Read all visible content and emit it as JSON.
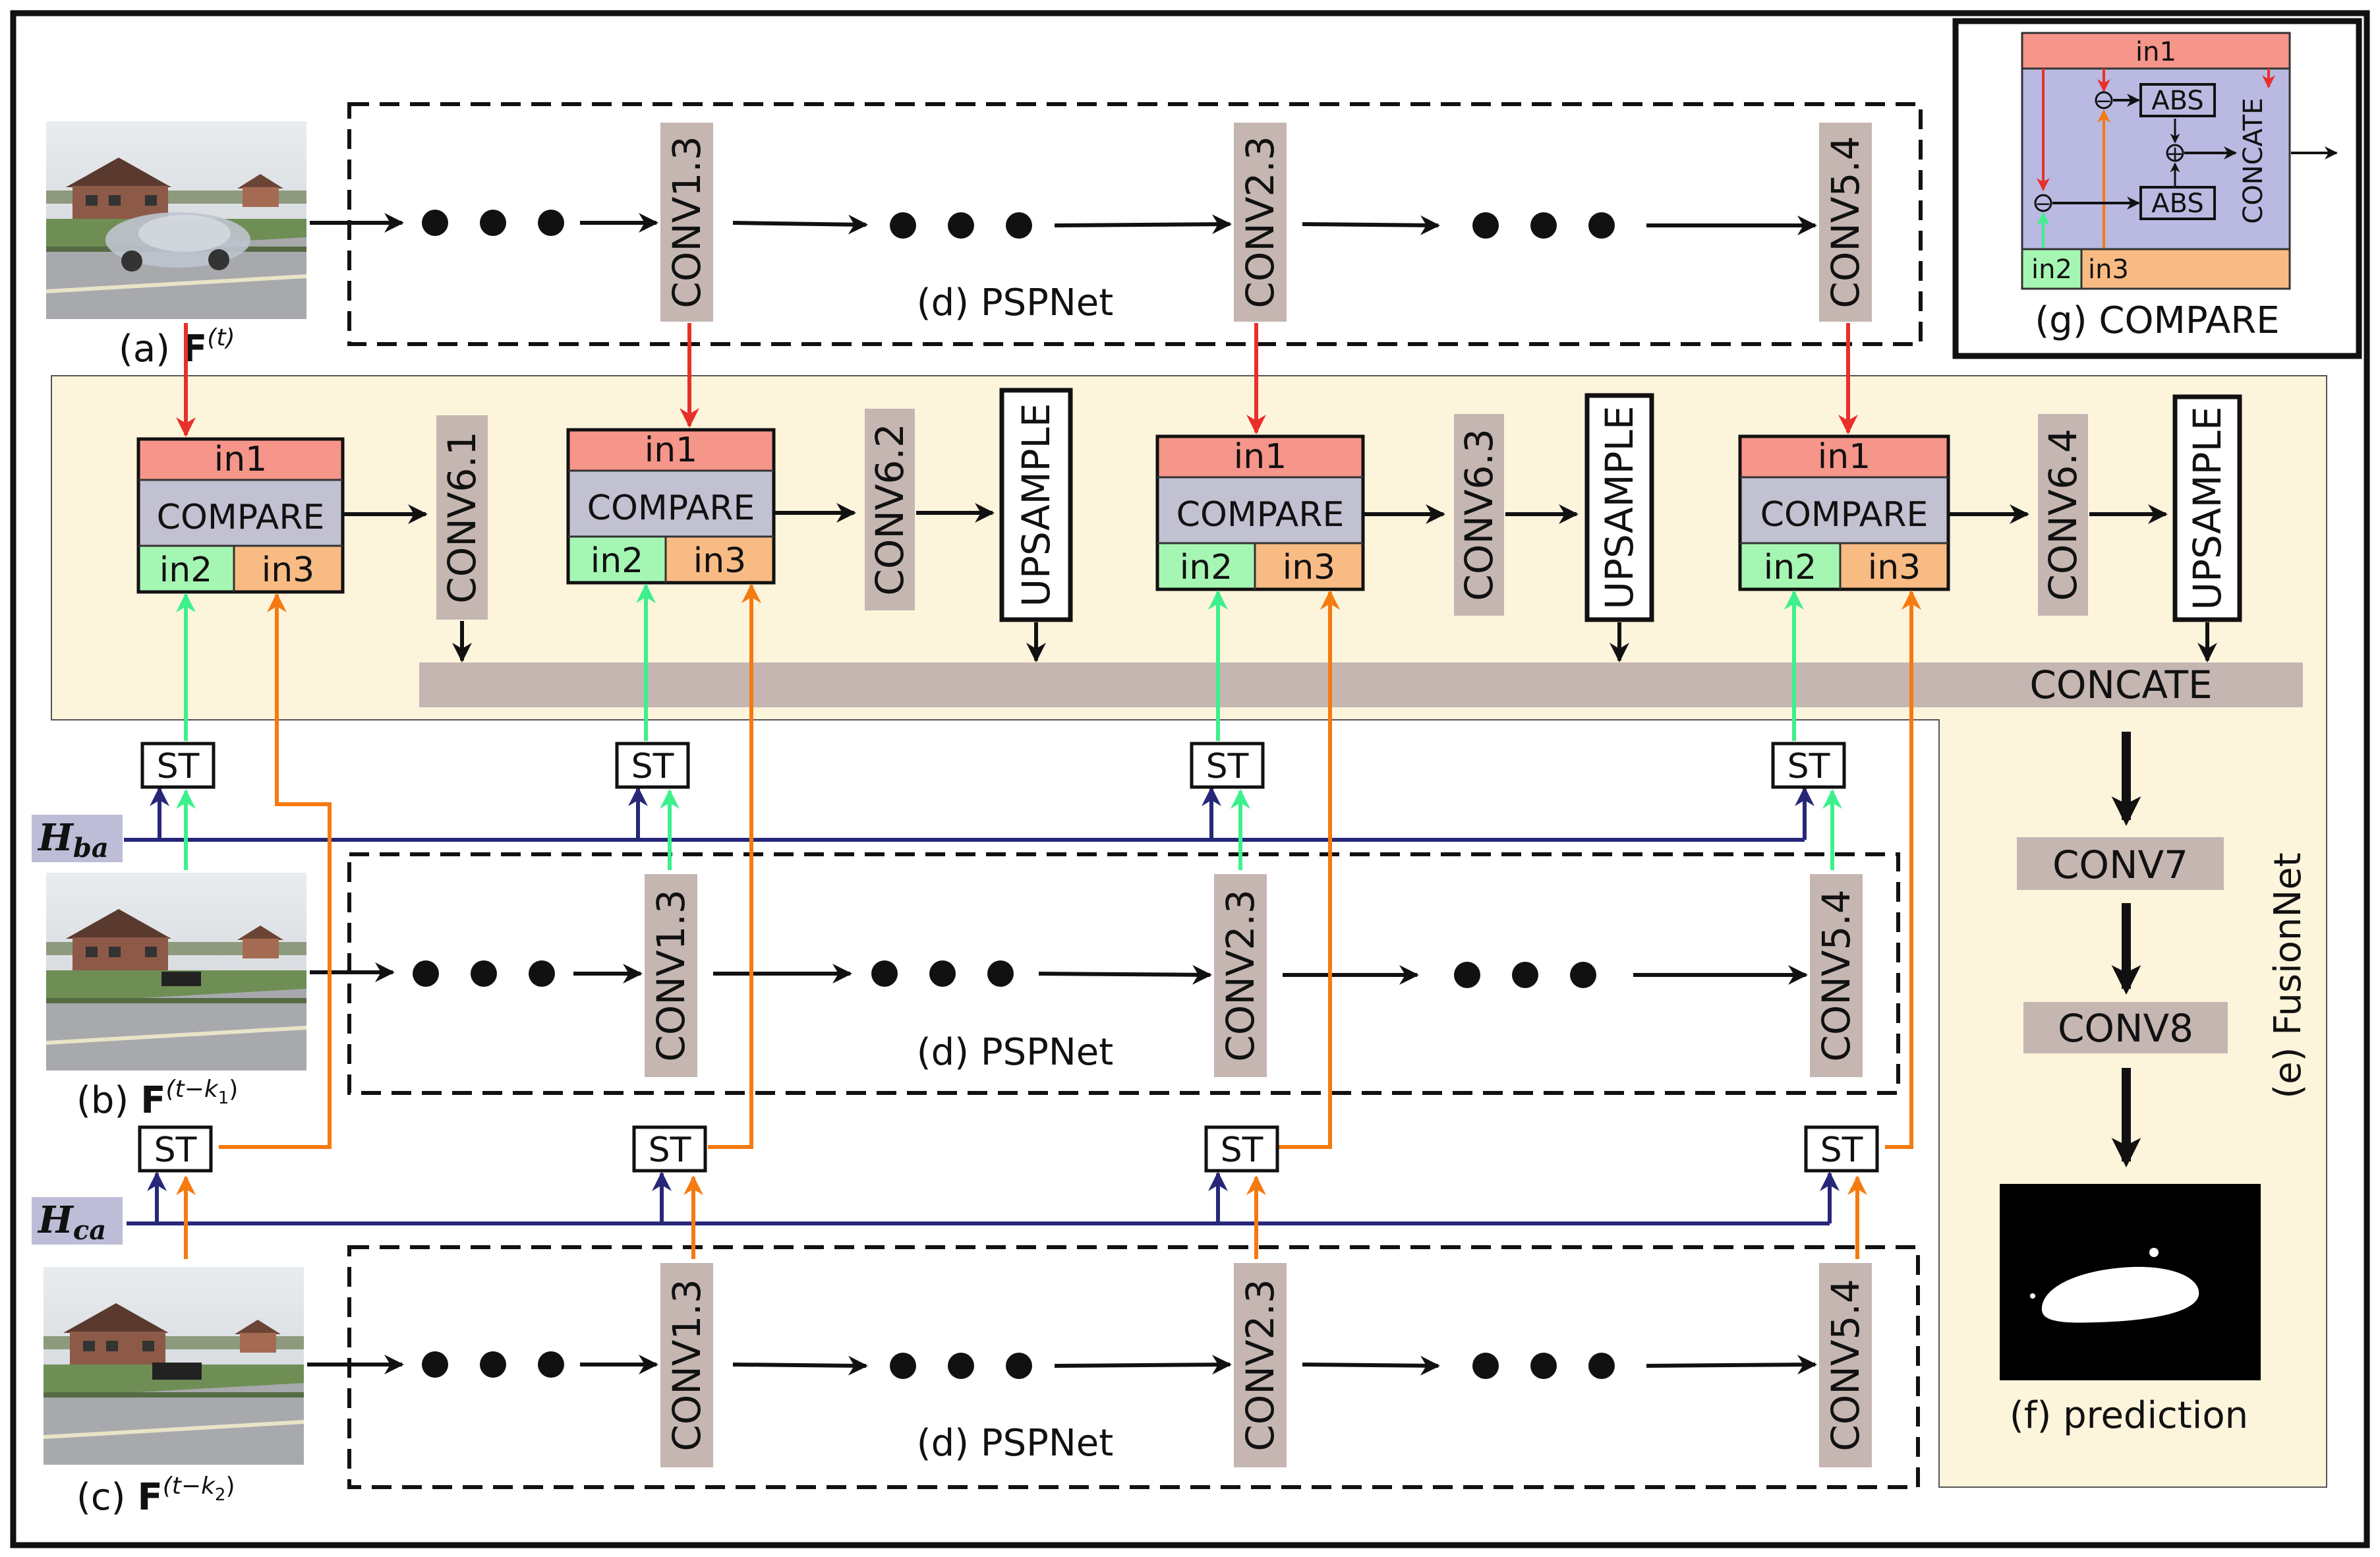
{
  "colors": {
    "red": "#e8302a",
    "green": "#3df08c",
    "orange": "#f57a10",
    "navy": "#27277a",
    "arrow": "#111111",
    "in1": "#f6958a",
    "compare": "#c2c1d2",
    "in2": "#a6f6b3",
    "in3": "#f9bb84",
    "grey": "#c5b6b2",
    "fusion": "#fdf4dc",
    "h_box": "#bdbdd8"
  },
  "frames": {
    "a": {
      "tag": "(a)",
      "bold": "F",
      "sup": "(t)"
    },
    "b": {
      "tag": "(b)",
      "bold": "F",
      "sup": "(t−k",
      "sub": "1",
      "close": ")"
    },
    "c": {
      "tag": "(c)",
      "bold": "F",
      "sup": "(t−k",
      "sub": "2",
      "close": ")"
    }
  },
  "pspnet": {
    "label": "(d) PSPNet",
    "layers": [
      "CONV1.3",
      "CONV2.3",
      "CONV5.4"
    ]
  },
  "compare_block": {
    "in1": "in1",
    "main": "COMPARE",
    "in2": "in2",
    "in3": "in3"
  },
  "fusion": {
    "conv6": [
      "CONV6.1",
      "CONV6.2",
      "CONV6.3",
      "CONV6.4"
    ],
    "upsample": "UPSAMPLE",
    "concate": "CONCATE",
    "conv7": "CONV7",
    "conv8": "CONV8",
    "label": "(e) FusionNet"
  },
  "st": "ST",
  "h_ba": {
    "main": "H",
    "sub": "ba"
  },
  "h_ca": {
    "main": "H",
    "sub": "ca"
  },
  "prediction": "(f) prediction",
  "inset": {
    "in1": "in1",
    "in2": "in2",
    "in3": "in3",
    "abs": "ABS",
    "concate": "CONCATE",
    "title": "(g) COMPARE",
    "minus": "−",
    "plus": "+"
  }
}
